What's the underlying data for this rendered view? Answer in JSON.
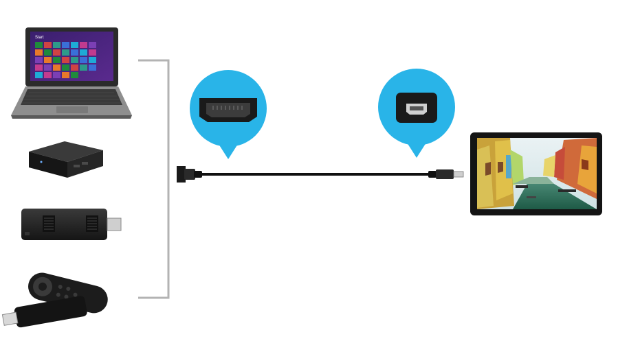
{
  "laptop": {
    "start_label": "Start"
  },
  "colors": {
    "bracket": "#b3b3b3",
    "cable": "#111111",
    "bubble_fill": "#29b4e8",
    "connector": "#1a1a1a",
    "device_dark": "#202020",
    "win8_tiles": [
      "#1f8a3c",
      "#3a6fd8",
      "#7b3fb5",
      "#d04343",
      "#1eaad6",
      "#e9792b",
      "#2d9a8a",
      "#c23b8f"
    ]
  },
  "sources": [
    {
      "id": "laptop",
      "icon": "laptop-icon"
    },
    {
      "id": "mini-pc",
      "icon": "mini-pc-icon"
    },
    {
      "id": "compute-stick",
      "icon": "compute-stick-icon"
    },
    {
      "id": "streaming-stick-with-remote",
      "icon": "streaming-stick-icon"
    }
  ],
  "connectors": [
    {
      "id": "hdmi",
      "icon": "hdmi-connector-icon"
    },
    {
      "id": "micro-hdmi",
      "icon": "micro-hdmi-connector-icon"
    }
  ],
  "display": {
    "icon": "portable-monitor-icon"
  }
}
